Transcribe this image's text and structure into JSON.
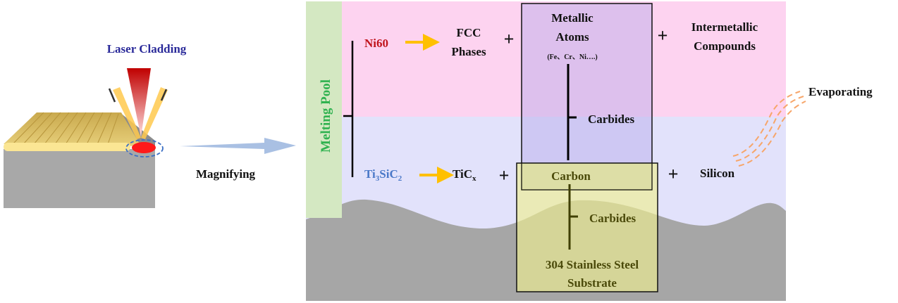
{
  "left": {
    "title": "Laser Cladding",
    "arrow_label": "Magnifying"
  },
  "panel": {
    "side_label": "Melting Pool",
    "row1": {
      "source": "Ni60",
      "product1_line1": "FCC",
      "product1_line2": "Phases",
      "plus1": "+",
      "metallic_line1": "Metallic",
      "metallic_line2": "Atoms",
      "metallic_note": "(Fe、Cr、Ni….)",
      "plus2": "+",
      "product3_line1": "Intermetallic",
      "product3_line2": "Compounds"
    },
    "upper_branch": "Carbides",
    "row2": {
      "source_main": "Ti",
      "source_sub1": "3",
      "source_mid": "SiC",
      "source_sub2": "2",
      "product1_main": "TiC",
      "product1_sub": "x",
      "plus1": "+",
      "carbon": "Carbon",
      "plus2": "+",
      "silicon": "Silicon"
    },
    "lower_branch": "Carbides",
    "substrate_line1": "304 Stainless Steel",
    "substrate_line2": "Substrate",
    "evaporating": "Evaporating"
  },
  "colors": {
    "ni60": "#c0141c",
    "ti3sic2": "#4a78c8",
    "melting_pool": "#2fb24f",
    "laser_title": "#2b2b9a",
    "arrow_orange": "#ffc000",
    "carbon_text": "#4b4a0a"
  }
}
